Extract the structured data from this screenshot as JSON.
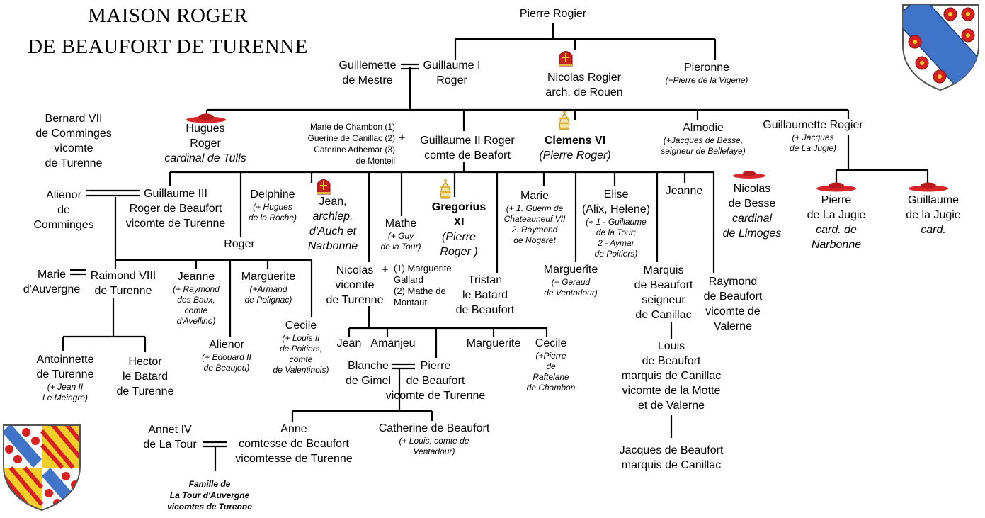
{
  "title": {
    "line1": "MAISON ROGER",
    "line2": "DE BEAUFORT DE TURENNE"
  },
  "persons": {
    "pierre_rogier": "Pierre Rogier",
    "guillemette": [
      "Guillemette",
      "de Mestre"
    ],
    "guillaume1": [
      "Guillaume I",
      "Roger"
    ],
    "nicolas_rogier": [
      "Nicolas Rogier",
      "arch. de Rouen"
    ],
    "pieronne": {
      "name": "Pieronne",
      "spouse": "(+Pierre de la Vigerie)"
    },
    "bernard": [
      "Bernard VII",
      "de Comminges",
      "vicomte",
      "de Turenne"
    ],
    "hugues": [
      "Hugues",
      "Roger",
      "cardinal de Tulls"
    ],
    "wives_g2": [
      "Marie de Chambon (1)",
      "Guerine de Canillac (2)",
      "Caterine Adhemar  (3)",
      "de Monteil"
    ],
    "plus_sign": "+",
    "guillaume2": [
      "Guillaume  II Roger",
      "comte de Beafort"
    ],
    "clemens": [
      "Clemens VI",
      "(Pierre Roger)"
    ],
    "almodie": {
      "name": "Almodie",
      "spouse": [
        "(+Jacques de Besse,",
        "seigneur de  Bellefaye)"
      ]
    },
    "guillaumette": {
      "name": "Guillaumette Rogier",
      "spouse": [
        "(+ Jacques",
        "de La Jugie)"
      ]
    },
    "alienor_c": [
      "Alienor",
      "de",
      "Comminges"
    ],
    "guillaume3": [
      "Guillaume III",
      "Roger de Beaufort",
      "vicomte de Turenne"
    ],
    "roger": "Roger",
    "delphine": {
      "name": "Delphine",
      "spouse": [
        "(+ Hugues",
        "de la Roche)"
      ]
    },
    "jean_archiep": [
      "Jean,",
      "archiep.",
      "d'Auch et",
      "Narbonne"
    ],
    "mathe": {
      "name": "Mathe",
      "spouse": [
        "(+ Guy",
        "de la Tour)"
      ]
    },
    "gregorius": [
      "Gregorius",
      "XI",
      "(Pierre",
      "Roger )"
    ],
    "marie": {
      "name": "Marie",
      "spouse": [
        "(+ 1. Guerin de",
        "Chateauneuf VII",
        "2. Raymond",
        "de Nogaret"
      ]
    },
    "elise": {
      "name": [
        "Elise",
        "(Alix, Helene)"
      ],
      "spouse": [
        "(+ 1 - Guillaume",
        "de la Tour;",
        "2 - Aymar",
        "de Poitiers)"
      ]
    },
    "jeanne_b": "Jeanne",
    "nicolas_besse": [
      "Nicolas",
      "de Besse",
      "cardinal",
      "de Limoges"
    ],
    "pierre_jugie": [
      "Pierre",
      "de La Jugie",
      "card. de",
      "Narbonne"
    ],
    "guillaume_jugie": [
      "Guillaume",
      "de la Jugie",
      "card."
    ],
    "marie_auv": [
      "Marie",
      "d'Auvergne"
    ],
    "raimond8": [
      "Raimond VIII",
      "de Turenne"
    ],
    "jeanne_baux": {
      "name": "Jeanne",
      "spouse": [
        "(+ Raymond",
        "des Baux,",
        "comte",
        "d'Avellino)"
      ]
    },
    "marguerite_p": {
      "name": "Marguerite",
      "spouse": [
        "(+Armand",
        "de Polignac)"
      ]
    },
    "nicolas_v": [
      "Nicolas",
      "vicomte",
      "de Turenne"
    ],
    "nicolas_wives": [
      "(1) Marguerite",
      "Gallard",
      "(2) Mathe de",
      "Montaut"
    ],
    "tristan": [
      "Tristan",
      "le Batard",
      "de Beaufort"
    ],
    "marguerite_v": {
      "name": "Marguerite",
      "spouse": [
        "(+ Geraud",
        "de Ventadour)"
      ]
    },
    "marquis_canillac": [
      "Marquis",
      "de Beaufort",
      "seigneur",
      "de Canillac"
    ],
    "raymond_valerne": [
      "Raymond",
      "de Beaufort",
      "vicomte de",
      "Valerne"
    ],
    "alienor_b": {
      "name": "Alienor",
      "spouse": [
        "(+ Edouard II",
        "de Beaujeu)"
      ]
    },
    "cecile_p": {
      "name": "Cecile",
      "spouse": [
        "(+ Louis II",
        "de Poitiers,",
        "comte",
        "de Valentinois)"
      ]
    },
    "jean_c": "Jean",
    "amanjeu": "Amanjeu",
    "marguerite_c": "Marguerite",
    "cecile_r": {
      "name": "Cecile",
      "spouse": [
        "(+Pierre",
        "de",
        "Raftelane",
        "de Chambon"
      ]
    },
    "antoinnette": {
      "name": [
        "Antoinnette",
        "de Turenne"
      ],
      "spouse": [
        "(+ Jean II",
        "Le Meingre)"
      ]
    },
    "hector": [
      "Hector",
      "le Batard",
      "de Turenne"
    ],
    "blanche": [
      "Blanche",
      "de Gimel"
    ],
    "pierre_b": [
      "Pierre",
      "de Beaufort",
      "vicomte de Turenne"
    ],
    "louis": [
      "Louis",
      "de Beaufort",
      "marquis de Canillac",
      "vicomte de la Motte",
      "et de Valerne"
    ],
    "annet": [
      "Annet IV",
      "de La Tour"
    ],
    "anne": [
      "Anne",
      "comtesse de Beaufort",
      "vicomtesse de Turenne"
    ],
    "catherine": {
      "name": "Catherine de Beaufort",
      "spouse": [
        "(+ Louis, comte de",
        "Ventadour)"
      ]
    },
    "jacques": [
      "Jacques de Beaufort",
      "marquis de Canillac"
    ],
    "famille": [
      "Famille de",
      "La Tour d'Auvergne",
      "vicomtes de Turenne"
    ]
  },
  "icons": {
    "mitre": "bishop-mitre-icon",
    "hat": "cardinal-hat-icon",
    "tiara": "papal-tiara-icon",
    "shield": "coat-of-arms-icon"
  },
  "colors": {
    "line": "#000000",
    "hat_red": "#d8262b",
    "shield_blue": "#3f74c8",
    "shield_gold": "#f4cf2a",
    "shield_red": "#d82020",
    "tiara_gold": "#e2b43c"
  }
}
